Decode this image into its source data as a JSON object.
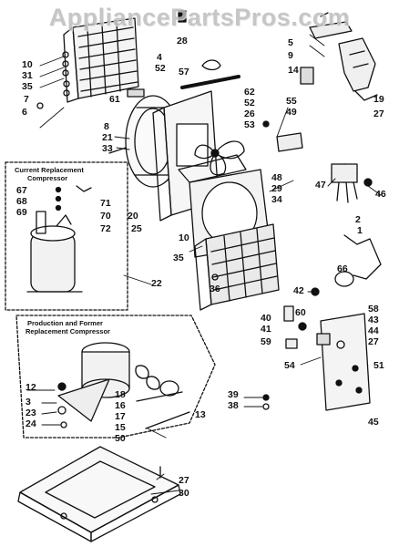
{
  "watermark": "AppliancePartsPros.com",
  "boxes": {
    "current_compressor_title_1": "Current Replacement",
    "current_compressor_title_2": "Compressor",
    "former_compressor_title_1": "Production and Former",
    "former_compressor_title_2": "Replacement Compressor"
  },
  "labels": {
    "l28": "28",
    "l5": "5",
    "l9": "9",
    "l10a": "10",
    "l31": "31",
    "l35a": "35",
    "l4": "4",
    "l52a": "52",
    "l57": "57",
    "l14": "14",
    "l7": "7",
    "l6": "6",
    "l61": "61",
    "l19": "19",
    "l27a": "27",
    "l62": "62",
    "l52b": "52",
    "l26": "26",
    "l53": "53",
    "l55": "55",
    "l49": "49",
    "l8": "8",
    "l21": "21",
    "l33": "33",
    "l48": "48",
    "l29": "29",
    "l34": "34",
    "l47": "47",
    "l46": "46",
    "l67": "67",
    "l68": "68",
    "l69": "69",
    "l71": "71",
    "l70": "70",
    "l72": "72",
    "l20": "20",
    "l25": "25",
    "l10b": "10",
    "l2": "2",
    "l1": "1",
    "l35b": "35",
    "l66": "66",
    "l22": "22",
    "l36": "36",
    "l42": "42",
    "l58": "58",
    "l43": "43",
    "l40": "40",
    "l41": "41",
    "l60": "60",
    "l44": "44",
    "l59": "59",
    "l27b": "27",
    "l54": "54",
    "l51": "51",
    "l12": "12",
    "l18": "18",
    "l16": "16",
    "l3": "3",
    "l17": "17",
    "l39": "39",
    "l38": "38",
    "l23": "23",
    "l24": "24",
    "l15": "15",
    "l13": "13",
    "l45": "45",
    "l50": "50",
    "l27c": "27",
    "l30": "30"
  }
}
